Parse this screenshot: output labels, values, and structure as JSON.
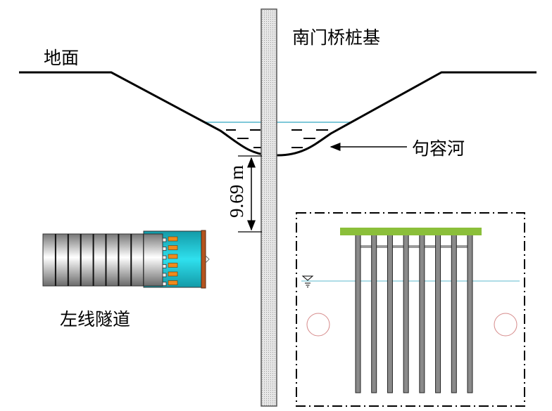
{
  "labels": {
    "ground": "地面",
    "bridge_pile": "南门桥桩基",
    "river": "句容河",
    "tunnel": "左线隧道",
    "clearance": "9.69 m"
  },
  "colors": {
    "water_line": "#7ec8d8",
    "pile_cap": "#8bbf3a",
    "pile": "#8a8a8a",
    "pile_fill": "#d8d8d8",
    "tbm_body": "#1bbfcf",
    "tbm_cutter": "#f08a1c",
    "tunnel_ring": "#b0b0b0",
    "circle": "#d68a8a"
  },
  "inset": {
    "pile_count": 8
  },
  "tunnel": {
    "ring_count": 9,
    "cutter_count": 6
  }
}
